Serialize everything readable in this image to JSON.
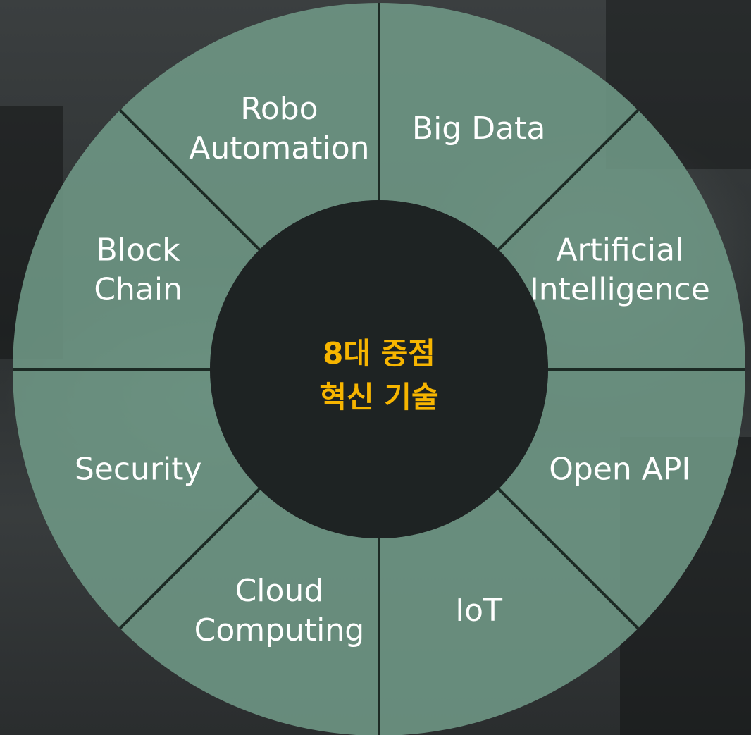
{
  "center": {
    "line1": "8대 중점",
    "line2": "혁신 기술"
  },
  "segments": [
    {
      "id": "big-data",
      "lines": [
        "Big Data"
      ]
    },
    {
      "id": "artificial-intelligence",
      "lines": [
        "Artificial",
        "Intelligence"
      ]
    },
    {
      "id": "open-api",
      "lines": [
        "Open API"
      ]
    },
    {
      "id": "iot",
      "lines": [
        "IoT"
      ]
    },
    {
      "id": "cloud-computing",
      "lines": [
        "Cloud",
        "Computing"
      ]
    },
    {
      "id": "security",
      "lines": [
        "Security"
      ]
    },
    {
      "id": "block-chain",
      "lines": [
        "Block",
        "Chain"
      ]
    },
    {
      "id": "robo-automation",
      "lines": [
        "Robo",
        "Automation"
      ]
    }
  ],
  "colors": {
    "segment_fill": "#6f9886",
    "divider": "#1c2a24",
    "center_fill": "#1e2323",
    "center_text": "#f7b500",
    "label_text": "#ffffff"
  }
}
